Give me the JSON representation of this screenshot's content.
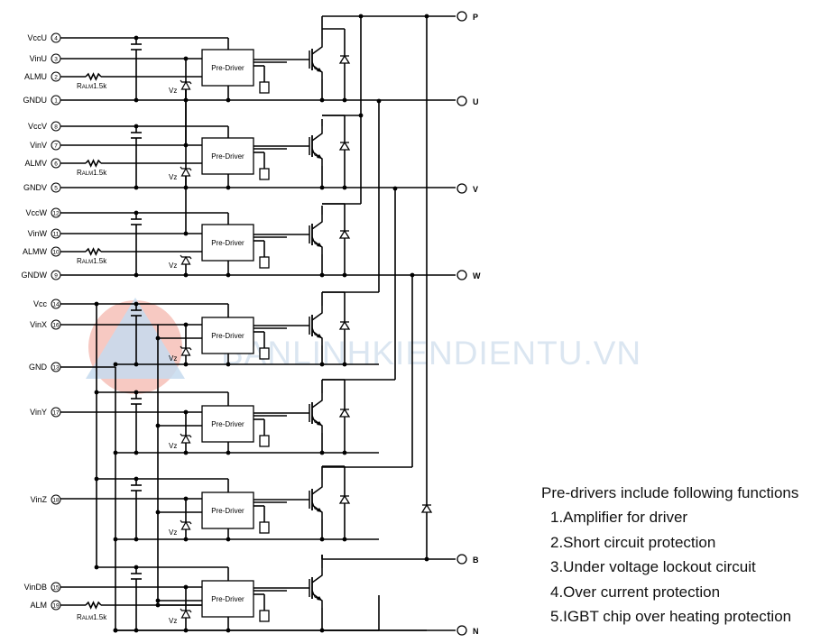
{
  "watermark": {
    "text": "BANLINHKIENDIENTU.VN"
  },
  "units": [
    {
      "name": "U",
      "pins": [
        {
          "label": "VccU",
          "num": "4"
        },
        {
          "label": "VinU",
          "num": "3"
        },
        {
          "label": "ALMU",
          "num": "2"
        },
        {
          "label": "GNDU",
          "num": "1"
        }
      ]
    },
    {
      "name": "V",
      "pins": [
        {
          "label": "VccV",
          "num": "8"
        },
        {
          "label": "VinV",
          "num": "7"
        },
        {
          "label": "ALMV",
          "num": "6"
        },
        {
          "label": "GNDV",
          "num": "5"
        }
      ]
    },
    {
      "name": "W",
      "pins": [
        {
          "label": "VccW",
          "num": "12"
        },
        {
          "label": "VinW",
          "num": "11"
        },
        {
          "label": "ALMW",
          "num": "10"
        },
        {
          "label": "GNDW",
          "num": "9"
        }
      ]
    },
    {
      "name": "X",
      "pins": [
        {
          "label": "Vcc",
          "num": "14"
        },
        {
          "label": "VinX",
          "num": "16"
        },
        {
          "label": "GND",
          "num": "13"
        }
      ]
    },
    {
      "name": "Y",
      "pins": [
        {
          "label": "VinY",
          "num": "17"
        }
      ]
    },
    {
      "name": "Z",
      "pins": [
        {
          "label": "VinZ",
          "num": "18"
        }
      ]
    },
    {
      "name": "DB",
      "pins": [
        {
          "label": "VinDB",
          "num": "15"
        },
        {
          "label": "ALM",
          "num": "19"
        }
      ]
    }
  ],
  "block_label": "Pre-Driver",
  "zener_label": "Vz",
  "resistor": {
    "prefix": "R",
    "sub": "ALM",
    "value": "1.5k"
  },
  "outputs": [
    "P",
    "U",
    "V",
    "W",
    "B",
    "N"
  ],
  "functions": {
    "heading": "Pre-drivers include following functions",
    "items": [
      "1.Amplifier for driver",
      "2.Short circuit protection",
      "3.Under voltage lockout circuit",
      "4.Over current protection",
      "5.IGBT chip over heating protection"
    ]
  }
}
